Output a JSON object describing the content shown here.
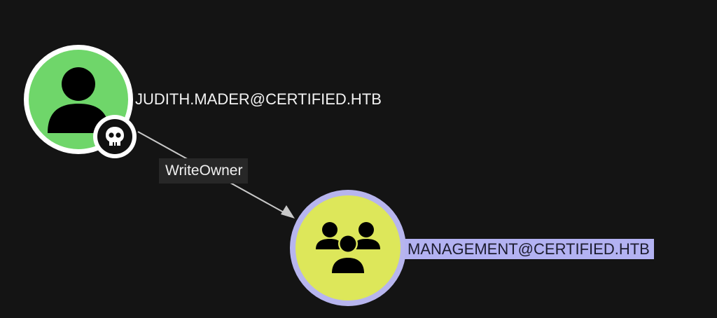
{
  "graph": {
    "nodes": [
      {
        "label": "JUDITH.MADER@CERTIFIED.HTB",
        "type": "User",
        "icon": "user-icon",
        "fill_color": "#6fd66a",
        "ring_color": "#ffffff",
        "badge_icon": "skull-icon"
      },
      {
        "label": "MANAGEMENT@CERTIFIED.HTB",
        "type": "Group",
        "icon": "users-group-icon",
        "fill_color": "#dde75a",
        "ring_color": "#b7b5ee",
        "selected": true
      }
    ],
    "edges": [
      {
        "label": "WriteOwner",
        "source": "JUDITH.MADER@CERTIFIED.HTB",
        "target": "MANAGEMENT@CERTIFIED.HTB"
      }
    ]
  },
  "colors": {
    "background": "#141414",
    "selection_highlight": "#b3b2f2",
    "edge": "#c8c8c8"
  }
}
